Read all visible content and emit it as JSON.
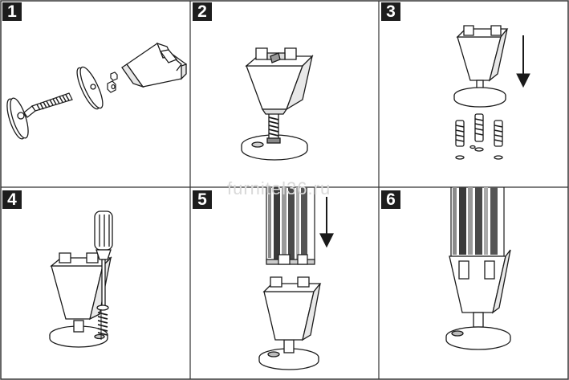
{
  "steps": [
    {
      "number": "1"
    },
    {
      "number": "2"
    },
    {
      "number": "3"
    },
    {
      "number": "4"
    },
    {
      "number": "5"
    },
    {
      "number": "6"
    }
  ],
  "watermark": "furnitel36.ru",
  "colors": {
    "line": "#1a1a1a",
    "border": "#333333",
    "badge": "#1d1d1d",
    "badge_text": "#ffffff",
    "shade_dark": "#5a5a5a",
    "shade_mid": "#9a9a9a",
    "shade_light": "#d4d4d4"
  }
}
